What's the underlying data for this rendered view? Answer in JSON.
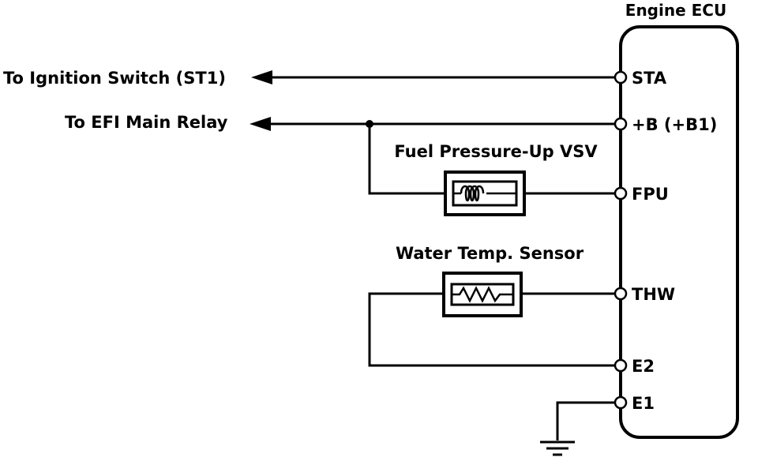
{
  "ecu": {
    "title": "Engine ECU"
  },
  "left_labels": {
    "ignition": "To Ignition Switch (ST1)",
    "efi_relay": "To EFI Main Relay"
  },
  "components": {
    "vsv": "Fuel Pressure-Up VSV",
    "sensor": "Water Temp. Sensor"
  },
  "pins": {
    "sta": "STA",
    "b": "+B (+B1)",
    "fpu": "FPU",
    "thw": "THW",
    "e2": "E2",
    "e1": "E1"
  }
}
